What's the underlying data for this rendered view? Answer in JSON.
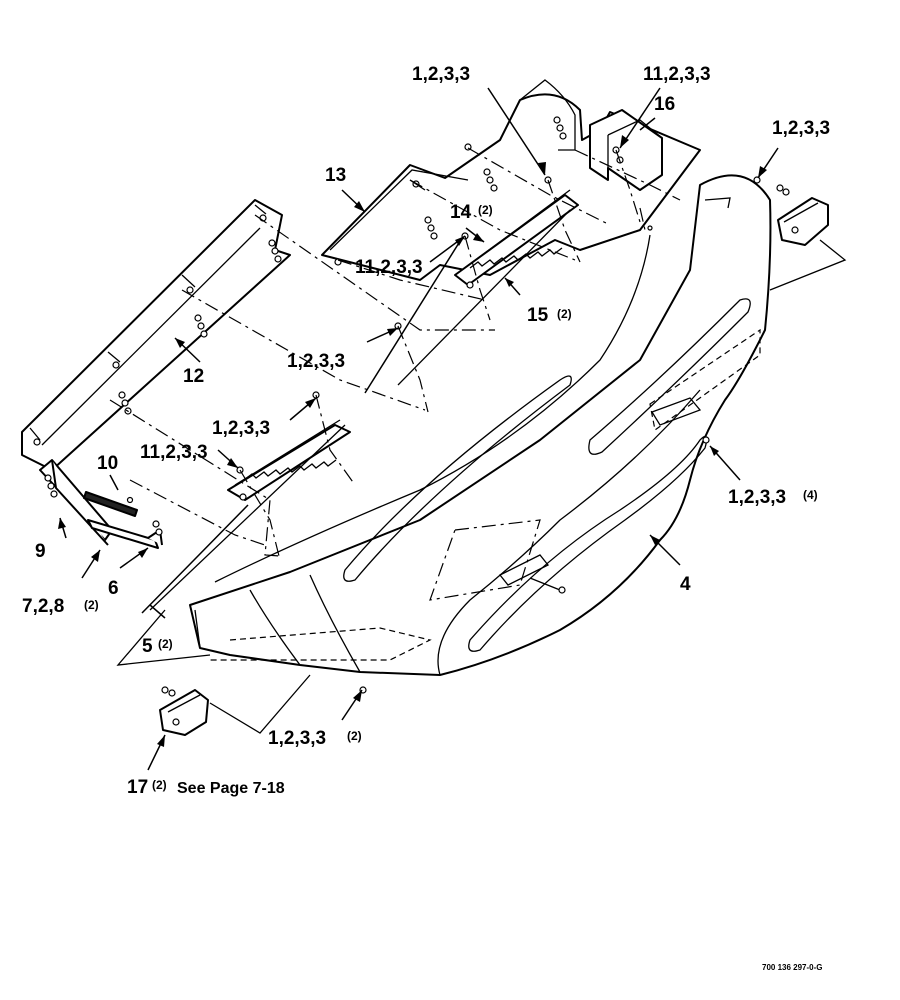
{
  "callouts": {
    "c_top_1": "1,2,3,3",
    "c_top_11": "11,2,3,3",
    "c_16": "16",
    "c_right_1": "1,2,3,3",
    "c_13": "13",
    "c_14": "14",
    "c_14_qty": "(2)",
    "c_mid_11": "11,2,3,3",
    "c_15": "15",
    "c_15_qty": "(2)",
    "c_mid_1": "1,2,3,3",
    "c_12": "12",
    "c_left_1": "1,2,3,3",
    "c_left_11": "11,2,3,3",
    "c_10": "10",
    "c_9": "9",
    "c_7": "7,2,8",
    "c_7_qty": "(2)",
    "c_6": "6",
    "c_5": "5",
    "c_5_qty": "(2)",
    "c_4": "4",
    "c_right_low_1": "1,2,3,3",
    "c_right_low_qty": "(4)",
    "c_bottom_1": "1,2,3,3",
    "c_bottom_qty": "(2)",
    "c_17": "17",
    "c_17_qty": "(2)",
    "c_17_note": "See Page 7-18"
  },
  "figure_code": "700 136 297-0-G"
}
